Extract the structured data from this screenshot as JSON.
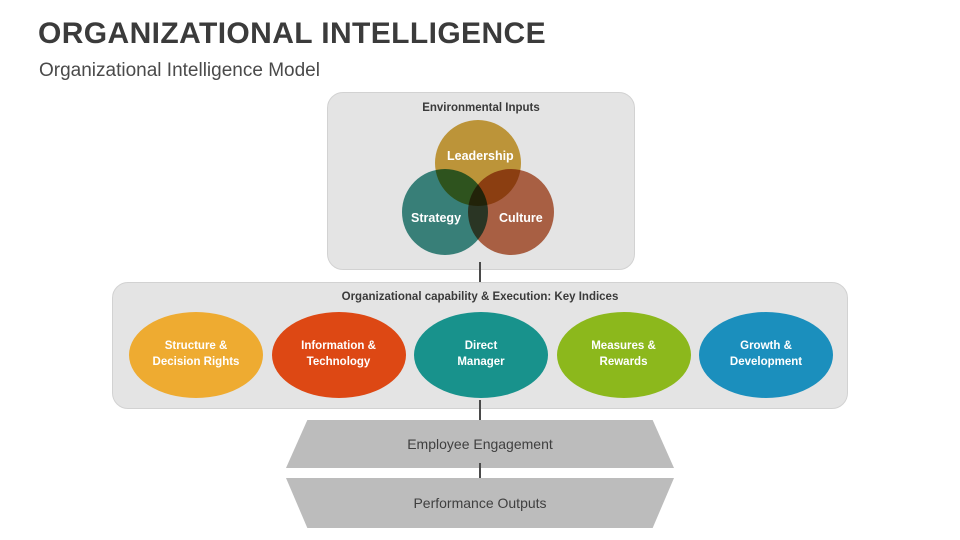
{
  "header": {
    "title": "ORGANIZATIONAL INTELLIGENCE",
    "subtitle": "Organizational Intelligence Model"
  },
  "environmental_inputs": {
    "title": "Environmental Inputs",
    "circles": [
      {
        "label": "Leadership",
        "color": "#d2a63f"
      },
      {
        "label": "Strategy",
        "color": "#3e8e86"
      },
      {
        "label": "Culture",
        "color": "#bc6a4b"
      }
    ]
  },
  "capability": {
    "title": "Organizational capability & Execution: Key Indices",
    "nodes": [
      {
        "label": "Structure & Decision Rights",
        "line1": "Structure &",
        "line2": "Decision Rights",
        "color": "#eeab31"
      },
      {
        "label": "Information & Technology",
        "line1": "Information &",
        "line2": "Technology",
        "color": "#dd4814"
      },
      {
        "label": "Direct Manager",
        "line1": "Direct",
        "line2": "Manager",
        "color": "#18928c"
      },
      {
        "label": "Measures & Rewards",
        "line1": "Measures &",
        "line2": "Rewards",
        "color": "#8cb81c"
      },
      {
        "label": "Growth & Development",
        "line1": "Growth &",
        "line2": "Development",
        "color": "#1b8fbd"
      }
    ]
  },
  "bands": [
    {
      "label": "Employee Engagement",
      "color": "#bcbcbc"
    },
    {
      "label": "Performance Outputs",
      "color": "#bcbcbc"
    }
  ]
}
